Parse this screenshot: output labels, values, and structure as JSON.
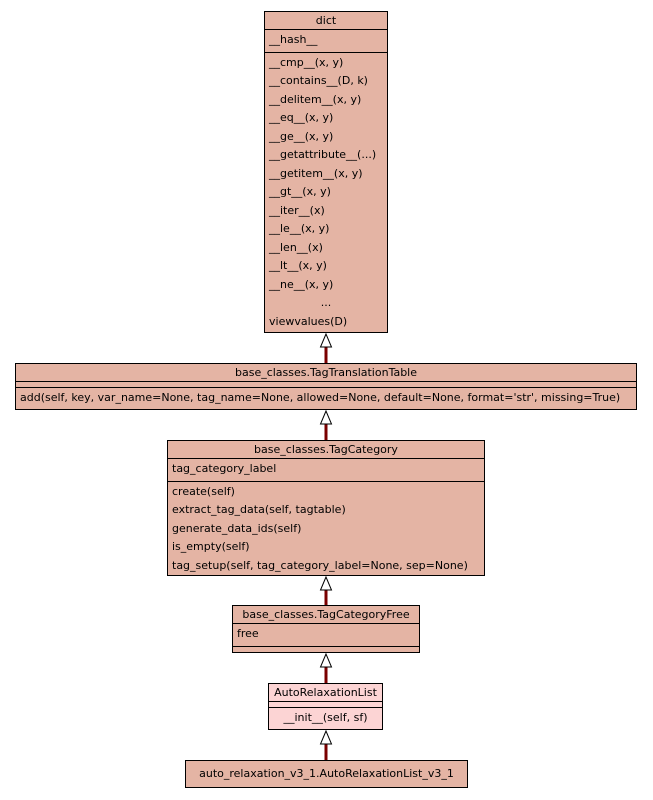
{
  "classes": {
    "dict": {
      "name": "dict",
      "attributes": [
        "__hash__"
      ],
      "methods": [
        "__cmp__(x, y)",
        "__contains__(D, k)",
        "__delitem__(x, y)",
        "__eq__(x, y)",
        "__ge__(x, y)",
        "__getattribute__(...)",
        "__getitem__(x, y)",
        "__gt__(x, y)",
        "__iter__(x)",
        "__le__(x, y)",
        "__len__(x)",
        "__lt__(x, y)",
        "__ne__(x, y)",
        "...",
        "viewvalues(D)"
      ]
    },
    "tag_translation_table": {
      "name": "base_classes.TagTranslationTable",
      "methods": [
        "add(self, key, var_name=None, tag_name=None, allowed=None, default=None, format='str', missing=True)"
      ]
    },
    "tag_category": {
      "name": "base_classes.TagCategory",
      "attributes": [
        "tag_category_label"
      ],
      "methods": [
        "create(self)",
        "extract_tag_data(self, tagtable)",
        "generate_data_ids(self)",
        "is_empty(self)",
        "tag_setup(self, tag_category_label=None, sep=None)"
      ]
    },
    "tag_category_free": {
      "name": "base_classes.TagCategoryFree",
      "attributes": [
        "free"
      ]
    },
    "auto_relaxation_list": {
      "name": "AutoRelaxationList",
      "methods": [
        "__init__(self, sf)"
      ]
    },
    "auto_relaxation_list_v3_1": {
      "name": "auto_relaxation_v3_1.AutoRelaxationList_v3_1"
    }
  },
  "colors": {
    "class_fill": "#e4b4a4",
    "highlight_fill": "#fcd4d4",
    "edge": "#7a0000",
    "arrowhead_fill": "#ffffff"
  }
}
